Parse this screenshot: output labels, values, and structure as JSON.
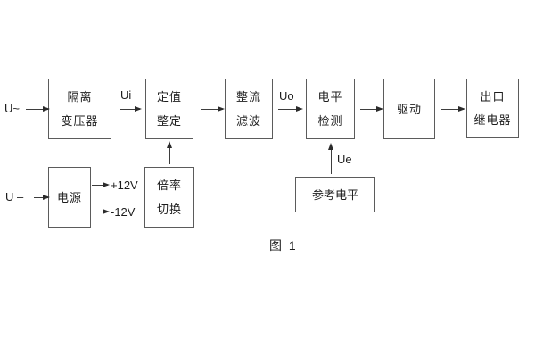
{
  "diagram": {
    "caption": "图 1",
    "colors": {
      "background": "#ffffff",
      "line": "#3d3d3d",
      "box_border": "#5b5b5b",
      "text": "#1d1d1d"
    },
    "blocks": {
      "isolation_transformer": {
        "lines": [
          "隔离",
          "变压器"
        ]
      },
      "setpoint_adjust": {
        "lines": [
          "定值",
          "整定"
        ]
      },
      "rectifier_filter": {
        "lines": [
          "整流",
          "滤波"
        ]
      },
      "level_detector": {
        "lines": [
          "电平",
          "检测"
        ]
      },
      "driver": {
        "lines": [
          "驱动"
        ]
      },
      "output_relay": {
        "lines": [
          "出口",
          "继电器"
        ]
      },
      "power_supply": {
        "lines": [
          "电源"
        ]
      },
      "ratio_switch": {
        "lines": [
          "倍率",
          "切换"
        ]
      },
      "reference_level": {
        "lines": [
          "参考电平"
        ]
      }
    },
    "labels": {
      "input_ac": "U~",
      "input_dc": "U –",
      "ui": "Ui",
      "uo": "Uo",
      "ue": "Ue",
      "plus12": "+12V",
      "minus12": "-12V"
    }
  }
}
